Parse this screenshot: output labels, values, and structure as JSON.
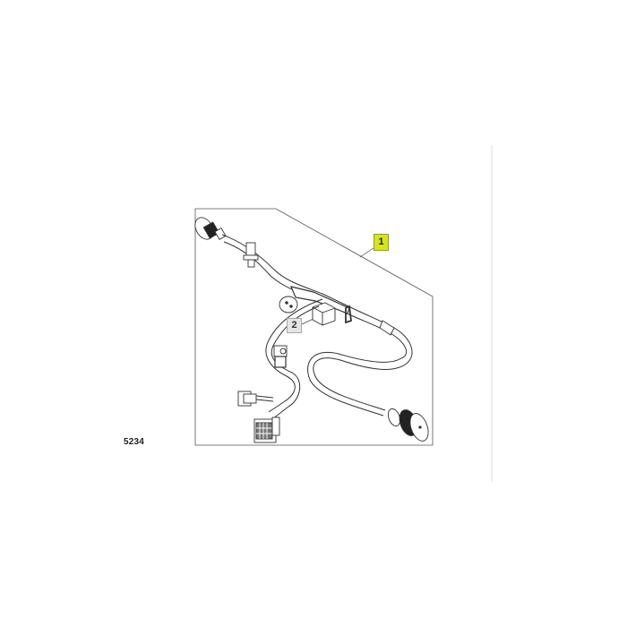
{
  "diagram": {
    "type": "exploded-parts-illustration",
    "subject": "wiring harness",
    "figure_id": "5234",
    "callouts": [
      {
        "number": "1",
        "style": "highlighted",
        "color": "#d7e41a",
        "target": "wiring-harness-assembly"
      },
      {
        "number": "2",
        "style": "normal",
        "color": "#e4e4e4",
        "target": "relay"
      }
    ],
    "components": [
      "round-connector-top-left",
      "cable-clip",
      "bracket",
      "relay-socket",
      "relay",
      "wire-loop-clip",
      "small-connector",
      "flange-connector",
      "multi-pin-connector",
      "round-connector-bottom-right"
    ]
  }
}
